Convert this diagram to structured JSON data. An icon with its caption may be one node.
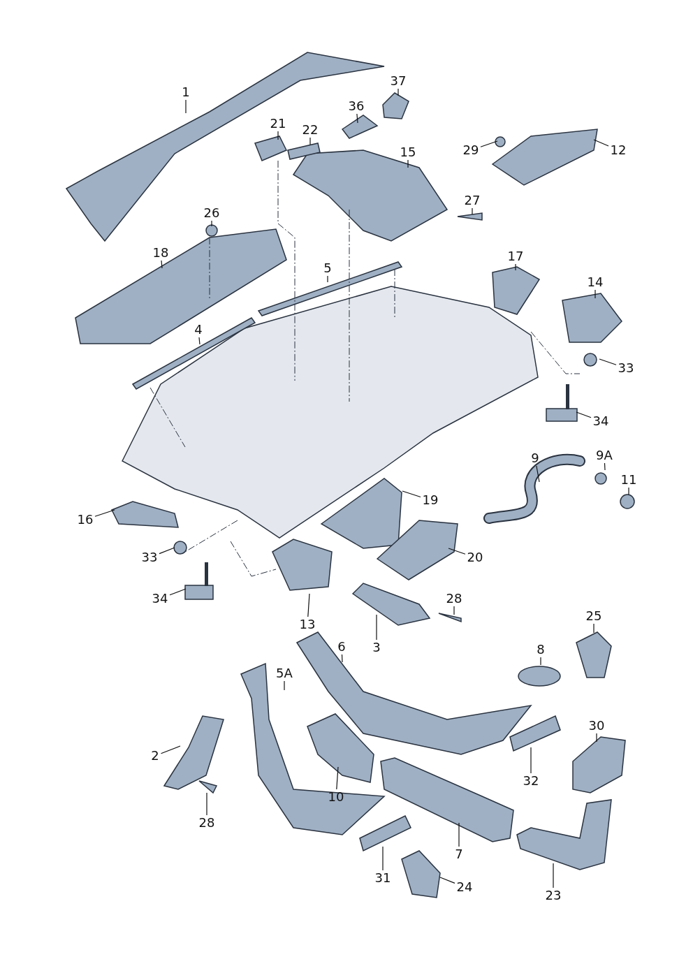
{
  "diagram": {
    "nodes": [
      {
        "text": [
          "1"
        ]
      },
      {
        "text": [
          "37"
        ]
      },
      {
        "text": [
          "36"
        ]
      },
      {
        "text": [
          "21"
        ]
      },
      {
        "text": [
          "22"
        ]
      },
      {
        "text": [
          "15"
        ]
      },
      {
        "text": [
          "29"
        ]
      },
      {
        "text": [
          "12"
        ]
      },
      {
        "text": [
          "27"
        ]
      },
      {
        "text": [
          "26"
        ]
      },
      {
        "text": [
          "18"
        ]
      },
      {
        "text": [
          "5"
        ]
      },
      {
        "text": [
          "17"
        ]
      },
      {
        "text": [
          "14"
        ]
      },
      {
        "text": [
          "4"
        ]
      },
      {
        "text": [
          "33"
        ]
      },
      {
        "text": [
          "34"
        ]
      },
      {
        "text": [
          "9"
        ]
      },
      {
        "text": [
          "9A"
        ]
      },
      {
        "text": [
          "11"
        ]
      },
      {
        "text": [
          "16"
        ]
      },
      {
        "text": [
          "19"
        ]
      },
      {
        "text": [
          "33"
        ]
      },
      {
        "text": [
          "20"
        ]
      },
      {
        "text": [
          "34"
        ]
      },
      {
        "text": [
          "28"
        ]
      },
      {
        "text": [
          "13"
        ]
      },
      {
        "text": [
          "6"
        ]
      },
      {
        "text": [
          "3"
        ]
      },
      {
        "text": [
          "8"
        ]
      },
      {
        "text": [
          "25"
        ]
      },
      {
        "text": [
          "5A"
        ]
      },
      {
        "text": [
          "2"
        ]
      },
      {
        "text": [
          "30"
        ]
      },
      {
        "text": [
          "32"
        ]
      },
      {
        "text": [
          "10"
        ]
      },
      {
        "text": [
          "28"
        ]
      },
      {
        "text": [
          "31"
        ]
      },
      {
        "text": [
          "7"
        ]
      },
      {
        "text": [
          "24"
        ]
      },
      {
        "text": [
          "23"
        ]
      }
    ],
    "edges": [
      {
        "from": 0,
        "to": null,
        "arrow": "none"
      },
      {
        "from": 1,
        "to": null,
        "arrow": "none"
      },
      {
        "from": 2,
        "to": null,
        "arrow": "none"
      },
      {
        "from": 3,
        "to": null,
        "arrow": "none"
      },
      {
        "from": 4,
        "to": null,
        "arrow": "none"
      },
      {
        "from": 5,
        "to": null,
        "arrow": "none"
      },
      {
        "from": 6,
        "to": null,
        "arrow": "none"
      },
      {
        "from": 7,
        "to": null,
        "arrow": "none"
      },
      {
        "from": 8,
        "to": null,
        "arrow": "none"
      },
      {
        "from": 9,
        "to": null,
        "arrow": "none"
      },
      {
        "from": 10,
        "to": null,
        "arrow": "none"
      },
      {
        "from": 11,
        "to": null,
        "arrow": "none"
      },
      {
        "from": 12,
        "to": null,
        "arrow": "none"
      },
      {
        "from": 13,
        "to": null,
        "arrow": "none"
      },
      {
        "from": 14,
        "to": null,
        "arrow": "none"
      },
      {
        "from": 15,
        "to": null,
        "arrow": "none"
      },
      {
        "from": 16,
        "to": null,
        "arrow": "none"
      },
      {
        "from": 17,
        "to": null,
        "arrow": "none"
      },
      {
        "from": 18,
        "to": null,
        "arrow": "none"
      },
      {
        "from": 19,
        "to": null,
        "arrow": "none"
      },
      {
        "from": 20,
        "to": null,
        "arrow": "none"
      },
      {
        "from": 21,
        "to": null,
        "arrow": "none"
      },
      {
        "from": 22,
        "to": null,
        "arrow": "none"
      },
      {
        "from": 23,
        "to": null,
        "arrow": "none"
      },
      {
        "from": 24,
        "to": null,
        "arrow": "none"
      },
      {
        "from": 25,
        "to": null,
        "arrow": "none"
      },
      {
        "from": 26,
        "to": null,
        "arrow": "none"
      },
      {
        "from": 27,
        "to": null,
        "arrow": "none"
      },
      {
        "from": 28,
        "to": null,
        "arrow": "none"
      },
      {
        "from": 29,
        "to": null,
        "arrow": "none"
      },
      {
        "from": 30,
        "to": null,
        "arrow": "none"
      },
      {
        "from": 31,
        "to": null,
        "arrow": "none"
      },
      {
        "from": 32,
        "to": null,
        "arrow": "none"
      },
      {
        "from": 33,
        "to": null,
        "arrow": "none"
      },
      {
        "from": 34,
        "to": null,
        "arrow": "none"
      },
      {
        "from": 35,
        "to": null,
        "arrow": "none"
      },
      {
        "from": 36,
        "to": null,
        "arrow": "none"
      },
      {
        "from": 37,
        "to": null,
        "arrow": "none"
      },
      {
        "from": 38,
        "to": null,
        "arrow": "none"
      },
      {
        "from": 39,
        "to": null,
        "arrow": "none"
      },
      {
        "from": 40,
        "to": null,
        "arrow": "none"
      }
    ]
  }
}
